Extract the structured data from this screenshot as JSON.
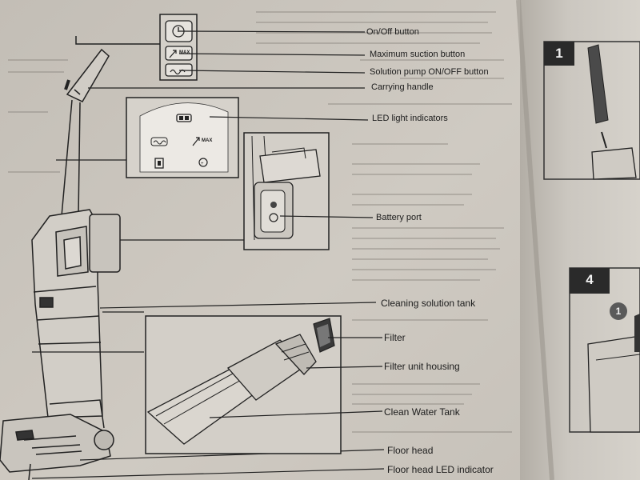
{
  "manual": {
    "callouts": [
      {
        "id": "on-off",
        "text": "On/Off button"
      },
      {
        "id": "max-suction",
        "text": "Maximum suction button"
      },
      {
        "id": "pump",
        "text": "Solution pump ON/OFF button"
      },
      {
        "id": "handle",
        "text": "Carrying handle"
      },
      {
        "id": "led",
        "text": "LED light indicators"
      },
      {
        "id": "battery",
        "text": "Battery port"
      },
      {
        "id": "solution-tank",
        "text": "Cleaning solution tank"
      },
      {
        "id": "filter",
        "text": "Filter"
      },
      {
        "id": "filter-housing",
        "text": "Filter unit housing"
      },
      {
        "id": "clean-tank",
        "text": "Clean Water Tank"
      },
      {
        "id": "floor-head",
        "text": "Floor head"
      },
      {
        "id": "floor-led",
        "text": "Floor head LED indicator"
      }
    ],
    "button_icon_text": "MAX",
    "led_panel_text": "MAX",
    "steps": [
      {
        "number": "1"
      },
      {
        "number": "4"
      }
    ],
    "circle_marker": "1"
  },
  "colors": {
    "paper": "#cdc8c0",
    "ink": "#1c1c1c",
    "step_bg": "#2a2a2a"
  }
}
